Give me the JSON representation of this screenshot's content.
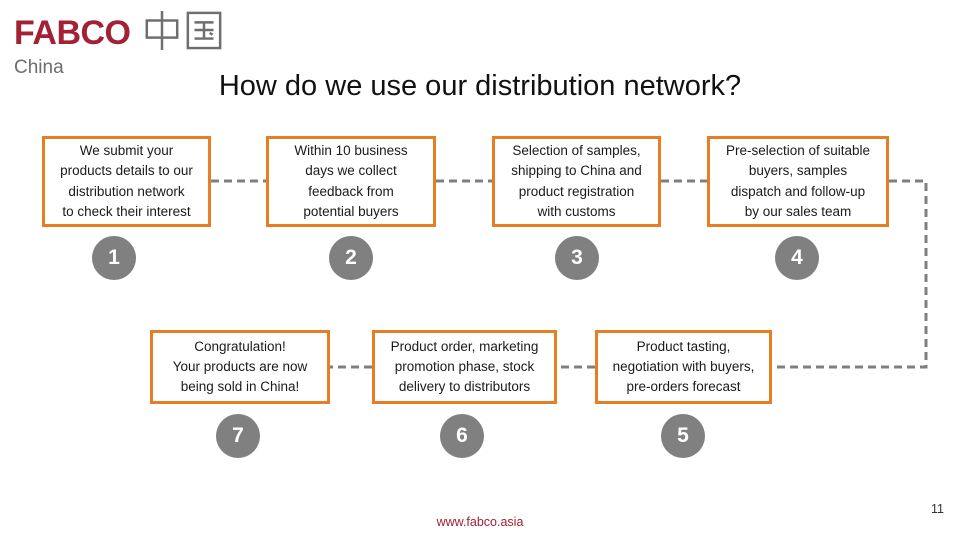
{
  "logo": {
    "brand": "FABCO",
    "cjk": "中国",
    "subtitle": "China",
    "brand_color": "#A32035",
    "gray_color": "#6D6E71"
  },
  "title": "How do we use our distribution network?",
  "steps": [
    {
      "number": "1",
      "text": "We submit your\nproducts details to our\ndistribution network\nto check their interest"
    },
    {
      "number": "2",
      "text": "Within 10 business\ndays we collect\nfeedback from\npotential buyers"
    },
    {
      "number": "3",
      "text": "Selection of samples,\nshipping to China and\nproduct registration\nwith customs"
    },
    {
      "number": "4",
      "text": "Pre-selection of suitable\nbuyers, samples\ndispatch and follow-up\nby our sales team"
    },
    {
      "number": "5",
      "text": "Product tasting,\nnegotiation with buyers,\npre-orders forecast"
    },
    {
      "number": "6",
      "text": "Product order, marketing\npromotion phase, stock\ndelivery to distributors"
    },
    {
      "number": "7",
      "text": "Congratulation!\nYour products are now\nbeing sold in China!"
    }
  ],
  "footer": {
    "website": "www.fabco.asia",
    "page_number": "11"
  },
  "colors": {
    "box_border": "#E87D23",
    "circle_fill": "#808080",
    "connector": "#7F7F7F",
    "title_text": "#111111"
  }
}
